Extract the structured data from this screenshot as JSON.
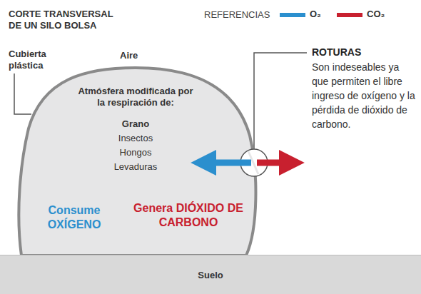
{
  "diagram": {
    "title": "CORTE TRANSVERSAL DE UN SILO BOLSA",
    "nodes": [
      {
        "text": [
          "Atmósfera modificada por la respiración de:",
          "Grano",
          "Insectos",
          "Hongos",
          "Levaduras",
          "Consume OXÍGENO",
          "Genera DIÓXIDO DE CARBONO"
        ]
      },
      {
        "text": [
          "Suelo"
        ]
      }
    ],
    "labels": [
      "REFERENCIAS",
      "Cubierta plástica",
      "Aire",
      "ROTURAS",
      "Son indeseables ya que permiten el libre ingreso de oxígeno y la pérdida de dióxido de carbono."
    ],
    "legend": [
      {
        "text": "O₂",
        "color": "#2b8fce"
      },
      {
        "text": "CO₂",
        "color": "#c8202f"
      }
    ]
  }
}
